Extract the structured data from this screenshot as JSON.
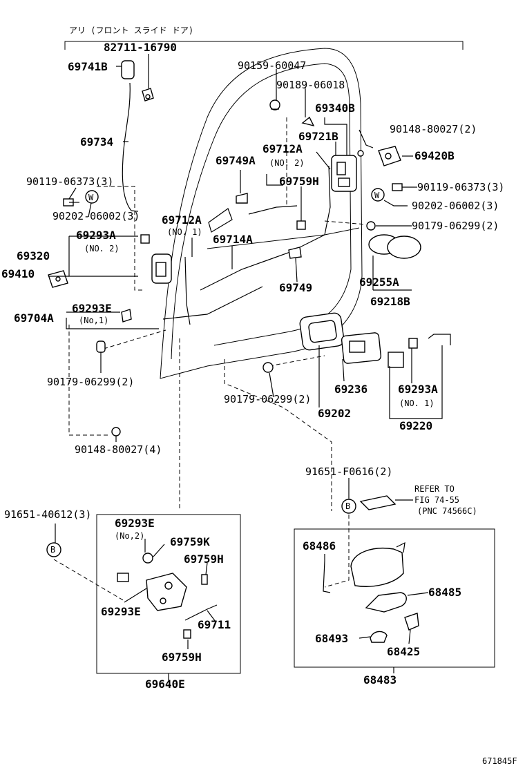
{
  "header_note": "アリ (フロント スライド ドア)",
  "footer_code": "671845F",
  "labels": {
    "p82711": "82711-16790",
    "p69741B": "69741B",
    "p69734": "69734",
    "p90119a": "90119-06373(3)",
    "p90202a": "90202-06002(3)",
    "p69293A_2": "69293A",
    "no2a": "(NO. 2)",
    "p69320": "69320",
    "p69410": "69410",
    "p69293E_1": "69293E",
    "no1a": "(No,1)",
    "p69704A": "69704A",
    "p90179a": "90179-06299(2)",
    "p90148a": "90148-80027(4)",
    "p90159": "90159-60047",
    "p90189": "90189-06018",
    "p69340B": "69340B",
    "p69721B": "69721B",
    "p69712A_2": "69712A",
    "no2b": "(NO. 2)",
    "p69749A": "69749A",
    "p69759H_top": "69759H",
    "p69712A_1": "69712A",
    "no1b": "(NO. 1)",
    "p69714A": "69714A",
    "p69749": "69749",
    "p90148b": "90148-80027(2)",
    "p69420B": "69420B",
    "p90119b": "90119-06373(3)",
    "p90202b": "90202-06002(3)",
    "p90179b": "90179-06299(2)",
    "p69255A": "69255A",
    "p69218B": "69218B",
    "p69236": "69236",
    "p69202": "69202",
    "p90179c": "90179-06299(2)",
    "p69293A_1": "69293A",
    "no1c": "(NO. 1)",
    "p69220": "69220",
    "p91651a": "91651-40612(3)",
    "p69293E_2": "69293E",
    "no2c": "(No,2)",
    "p69759K": "69759K",
    "p69759H_mid": "69759H",
    "p69293E_3": "69293E",
    "p69711": "69711",
    "p69759H_bot": "69759H",
    "p69640E": "69640E",
    "p91651b": "91651-F0616(2)",
    "refer1": "REFER TO",
    "refer2": "FIG 74-55",
    "refer3": "(PNC 74566C)",
    "p68486": "68486",
    "p68485": "68485",
    "p68493": "68493",
    "p68425": "68425",
    "p68483": "68483",
    "mark_w": "W",
    "mark_b": "B"
  }
}
